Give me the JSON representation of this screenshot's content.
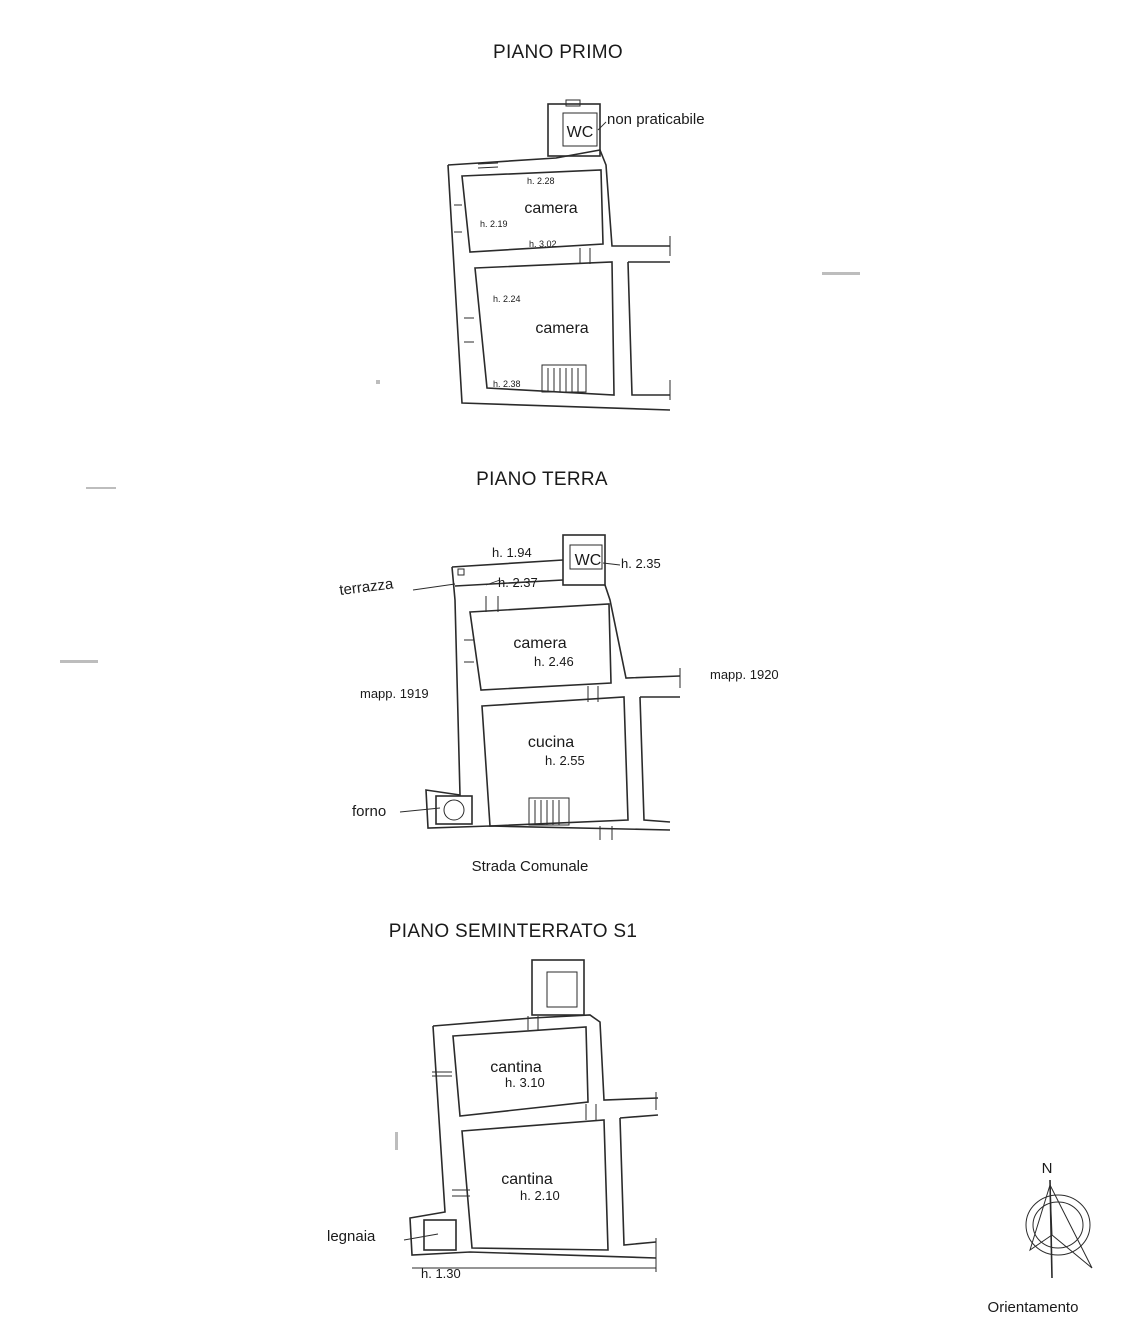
{
  "floors": {
    "primo": {
      "title": "PIANO PRIMO",
      "wc": "WC",
      "note": "non praticabile",
      "rooms": [
        {
          "name": "camera"
        },
        {
          "name": "camera"
        }
      ],
      "heights": [
        "h. 2.28",
        "h. 2.19",
        "h. 3.02",
        "h. 2.24",
        "h. 2.38"
      ]
    },
    "terra": {
      "title": "PIANO TERRA",
      "wc": "WC",
      "heights": [
        "h. 1.94",
        "h. 2.37",
        "h. 2.35"
      ],
      "terrace": "terrazza",
      "rooms": [
        {
          "name": "camera",
          "height": "h. 2.46"
        },
        {
          "name": "cucina",
          "height": "h. 2.55"
        }
      ],
      "forno": "forno",
      "left_parcel": "mapp. 1919",
      "right_parcel": "mapp. 1920",
      "street": "Strada Comunale"
    },
    "seminterrato": {
      "title": "PIANO SEMINTERRATO S1",
      "rooms": [
        {
          "name": "cantina",
          "height": "h. 3.10"
        },
        {
          "name": "cantina",
          "height": "h. 2.10"
        }
      ],
      "legnaia": "legnaia",
      "legnaia_height": "h. 1.30"
    }
  },
  "compass": {
    "north": "N",
    "label": "Orientamento"
  }
}
